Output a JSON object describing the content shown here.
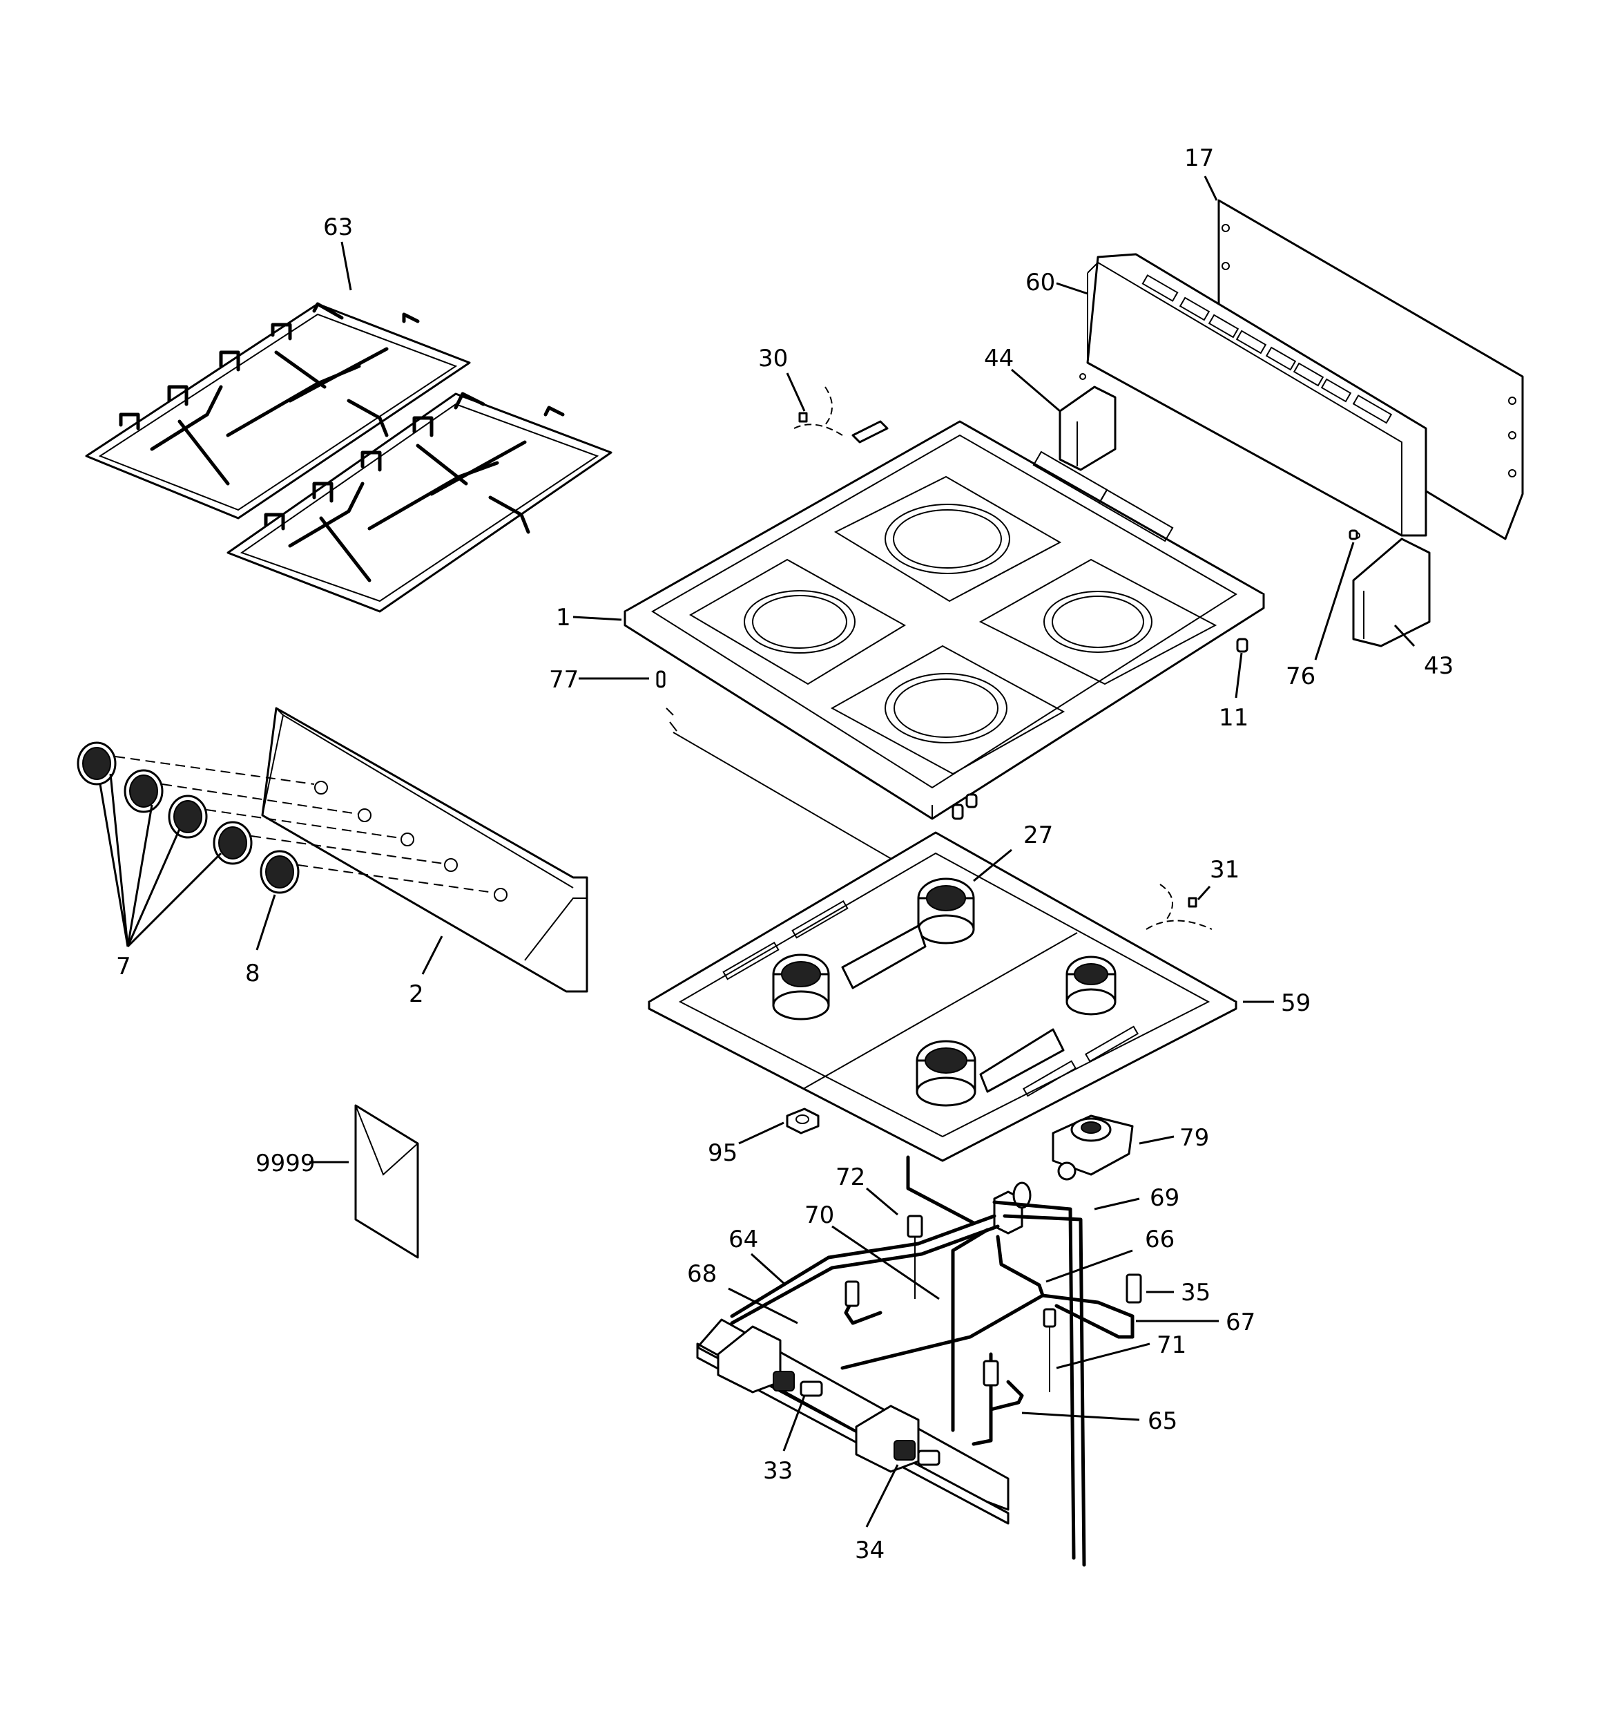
{
  "callouts": [
    {
      "id": "17",
      "text": "17"
    },
    {
      "id": "63",
      "text": "63"
    },
    {
      "id": "60",
      "text": "60"
    },
    {
      "id": "44",
      "text": "44"
    },
    {
      "id": "30",
      "text": "30"
    },
    {
      "id": "1",
      "text": "1"
    },
    {
      "id": "77",
      "text": "77"
    },
    {
      "id": "11",
      "text": "11"
    },
    {
      "id": "76",
      "text": "76"
    },
    {
      "id": "43",
      "text": "43"
    },
    {
      "id": "27",
      "text": "27"
    },
    {
      "id": "31",
      "text": "31"
    },
    {
      "id": "7",
      "text": "7"
    },
    {
      "id": "8",
      "text": "8"
    },
    {
      "id": "2",
      "text": "2"
    },
    {
      "id": "59",
      "text": "59"
    },
    {
      "id": "9999",
      "text": "9999"
    },
    {
      "id": "95",
      "text": "95"
    },
    {
      "id": "79",
      "text": "79"
    },
    {
      "id": "72",
      "text": "72"
    },
    {
      "id": "69",
      "text": "69"
    },
    {
      "id": "70",
      "text": "70"
    },
    {
      "id": "64",
      "text": "64"
    },
    {
      "id": "66",
      "text": "66"
    },
    {
      "id": "68",
      "text": "68"
    },
    {
      "id": "35",
      "text": "35"
    },
    {
      "id": "67",
      "text": "67"
    },
    {
      "id": "71",
      "text": "71"
    },
    {
      "id": "65",
      "text": "65"
    },
    {
      "id": "33",
      "text": "33"
    },
    {
      "id": "34",
      "text": "34"
    }
  ]
}
